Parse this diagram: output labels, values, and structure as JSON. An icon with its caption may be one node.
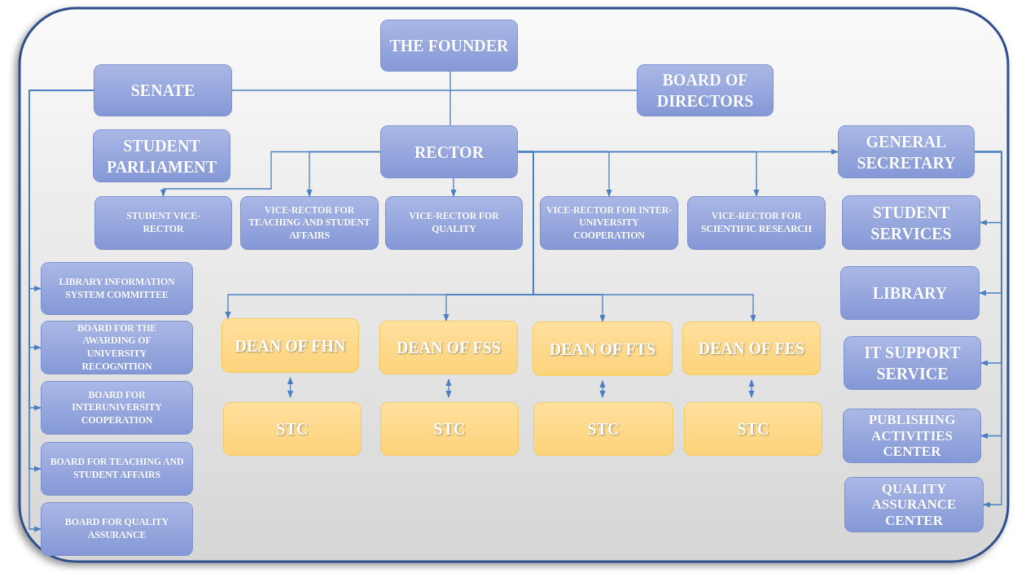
{
  "diagram": {
    "nodes": [
      {
        "text": [
          "THE FOUNDER"
        ]
      },
      {
        "text": [
          "SENATE"
        ]
      },
      {
        "text": [
          "BOARD OF DIRECTORS"
        ]
      },
      {
        "text": [
          "STUDENT PARLIAMENT"
        ]
      },
      {
        "text": [
          "RECTOR"
        ]
      },
      {
        "text": [
          "GENERAL SECRETARY"
        ]
      },
      {
        "text": [
          "STUDENT VICE-RECTOR"
        ]
      },
      {
        "text": [
          "VICE-RECTOR FOR TEACHING AND STUDENT AFFAIRS"
        ]
      },
      {
        "text": [
          "VICE-RECTOR FOR QUALITY"
        ]
      },
      {
        "text": [
          "VICE-RECTOR FOR INTER-UNIVERSITY COOPERATION"
        ]
      },
      {
        "text": [
          "VICE-RECTOR FOR SCIENTIFIC RESEARCH"
        ]
      },
      {
        "text": [
          "STUDENT SERVICES"
        ]
      },
      {
        "text": [
          "LIBRARY INFORMATION SYSTEM COMMITTEE"
        ]
      },
      {
        "text": [
          "LIBRARY"
        ]
      },
      {
        "text": [
          "BOARD FOR THE AWARDING OF UNIVERSITY RECOGNITION"
        ]
      },
      {
        "text": [
          "DEAN OF FHN"
        ]
      },
      {
        "text": [
          "DEAN OF FSS"
        ]
      },
      {
        "text": [
          "DEAN OF FTS"
        ]
      },
      {
        "text": [
          "DEAN OF FES"
        ]
      },
      {
        "text": [
          "IT SUPPORT SERVICE"
        ]
      },
      {
        "text": [
          "BOARD FOR INTERUNIVERSITY COOPERATION"
        ]
      },
      {
        "text": [
          "STC"
        ]
      },
      {
        "text": [
          "STC"
        ]
      },
      {
        "text": [
          "STC"
        ]
      },
      {
        "text": [
          "STC"
        ]
      },
      {
        "text": [
          "PUBLISHING ACTIVITIES CENTER"
        ]
      },
      {
        "text": [
          "BOARD FOR TEACHING AND STUDENT AFFAIRS"
        ]
      },
      {
        "text": [
          "QUALITY ASSURANCE CENTER"
        ]
      },
      {
        "text": [
          "BOARD FOR QUALITY ASSURANCE"
        ]
      }
    ],
    "edges": [
      {
        "from": 0,
        "to": 4,
        "arrow": "none"
      },
      {
        "from": 1,
        "to": 2,
        "arrow": "none"
      },
      {
        "from": 1,
        "to": 12,
        "arrow": "to"
      },
      {
        "from": 1,
        "to": 14,
        "arrow": "to"
      },
      {
        "from": 1,
        "to": 20,
        "arrow": "to"
      },
      {
        "from": 1,
        "to": 26,
        "arrow": "to"
      },
      {
        "from": 1,
        "to": 28,
        "arrow": "to"
      },
      {
        "from": 4,
        "to": 6,
        "arrow": "to"
      },
      {
        "from": 4,
        "to": 7,
        "arrow": "to"
      },
      {
        "from": 4,
        "to": 8,
        "arrow": "to"
      },
      {
        "from": 4,
        "to": 9,
        "arrow": "to"
      },
      {
        "from": 4,
        "to": 10,
        "arrow": "to"
      },
      {
        "from": 4,
        "to": 5,
        "arrow": "to"
      },
      {
        "from": 4,
        "to": 15,
        "arrow": "to"
      },
      {
        "from": 4,
        "to": 16,
        "arrow": "to"
      },
      {
        "from": 4,
        "to": 17,
        "arrow": "to"
      },
      {
        "from": 4,
        "to": 18,
        "arrow": "to"
      },
      {
        "from": 5,
        "to": 11,
        "arrow": "to"
      },
      {
        "from": 5,
        "to": 13,
        "arrow": "to"
      },
      {
        "from": 5,
        "to": 19,
        "arrow": "to"
      },
      {
        "from": 5,
        "to": 25,
        "arrow": "to"
      },
      {
        "from": 5,
        "to": 27,
        "arrow": "to"
      },
      {
        "from": 15,
        "to": 21,
        "arrow": "both"
      },
      {
        "from": 16,
        "to": 22,
        "arrow": "both"
      },
      {
        "from": 17,
        "to": 23,
        "arrow": "both"
      },
      {
        "from": 18,
        "to": 24,
        "arrow": "both"
      }
    ]
  }
}
